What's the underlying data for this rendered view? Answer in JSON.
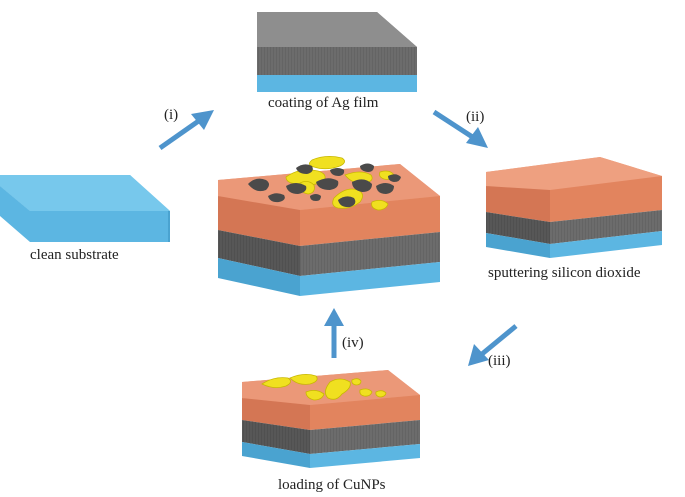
{
  "labels": {
    "clean_substrate": "clean substrate",
    "coating_ag": "coating of Ag film",
    "sputtering": "sputtering silicon dioxide",
    "loading": "loading of CuNPs"
  },
  "steps": {
    "i": "(i)",
    "ii": "(ii)",
    "iii": "(iii)",
    "iv": "(iv)"
  },
  "colors": {
    "substrate_top": "#77c8ec",
    "substrate_front": "#5cb6e2",
    "substrate_side": "#4aa3d0",
    "silver_top": "#8e8e8e",
    "silver_front": "#6e6e6e",
    "silver_side": "#595959",
    "oxide_top": "#e8926c",
    "oxide_front": "#e2845e",
    "oxide_side": "#cc6f4a",
    "cunp": "#f0e020",
    "agnp": "#4a4a4a",
    "arrow": "#4e94cc"
  }
}
